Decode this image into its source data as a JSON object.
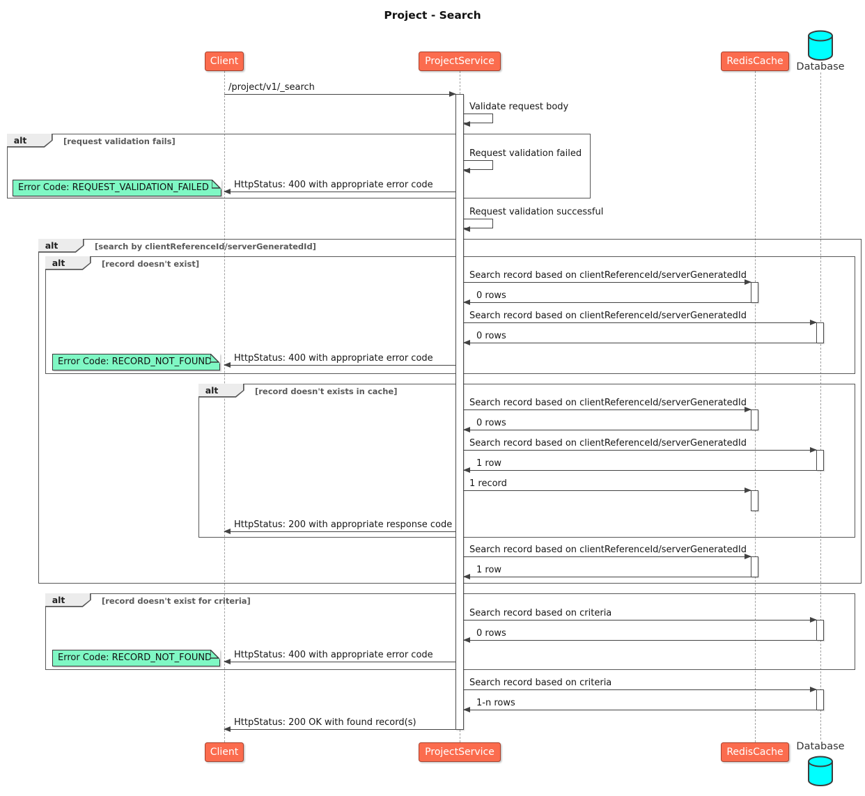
{
  "title": "Project - Search",
  "participants": {
    "client": "Client",
    "service": "ProjectService",
    "cache": "RedisCache",
    "database": "Database"
  },
  "fragments": {
    "operator": "alt",
    "guards": {
      "validation_fails": "[request validation fails]",
      "search_by_id": "[search by clientReferenceId/serverGeneratedId]",
      "record_not_exist": "[record doesn't exist]",
      "record_not_in_cache": "[record doesn't exists in cache]",
      "record_not_exist_criteria": "[record doesn't exist for criteria]"
    }
  },
  "notes": {
    "request_validation_failed": "Error Code: REQUEST_VALIDATION_FAILED",
    "record_not_found_1": "Error Code: RECORD_NOT_FOUND",
    "record_not_found_2": "Error Code: RECORD_NOT_FOUND"
  },
  "messages": {
    "search_request": "/project/v1/_search",
    "validate_request_body": "Validate request body",
    "request_validation_failed": "Request validation failed",
    "http_400_error": "HttpStatus: 400 with appropriate error code",
    "request_validation_successful": "Request validation successful",
    "search_by_ref_id": "Search record based on clientReferenceId/serverGeneratedId",
    "zero_rows": "0 rows",
    "one_row": "1 row",
    "one_record": "1 record",
    "http_200_response": "HttpStatus: 200 with appropriate response code",
    "search_by_criteria": "Search record based on criteria",
    "one_n_rows": "1-n rows",
    "http_200_ok_found": "HttpStatus: 200 OK with found record(s)"
  },
  "colors": {
    "participant_fill": "#FB6C4E",
    "participant_border": "#A8402C",
    "participant_text": "#FFFFFF",
    "note_fill": "#7FF8C4",
    "note_border": "#383838",
    "database_fill": "#00FFFF",
    "frame_border": "#565656",
    "arrow": "#424242",
    "lifeline": "#A0A0A0",
    "alt_tab_fill": "#ECECEC"
  }
}
